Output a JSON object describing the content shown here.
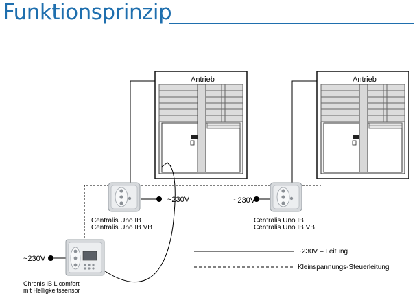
{
  "title": "Funktionsprinzip",
  "windows": [
    {
      "drive_label": "Antrieb"
    },
    {
      "drive_label": "Antrieb"
    }
  ],
  "receivers": [
    {
      "line1": "Centralis Uno IB",
      "line2": "Centralis Uno IB VB",
      "voltage": "~230V"
    },
    {
      "line1": "Centralis Uno IB",
      "line2": "Centralis Uno IB VB",
      "voltage": "~230V"
    }
  ],
  "timer": {
    "line1": "Chronis IB   L comfort",
    "line2": "mit Helligkeitssensor",
    "voltage": "~230V"
  },
  "legend": {
    "power_line": "~230V – Leitung",
    "control_line": "Kleinspannungs-Steuerleitung"
  }
}
